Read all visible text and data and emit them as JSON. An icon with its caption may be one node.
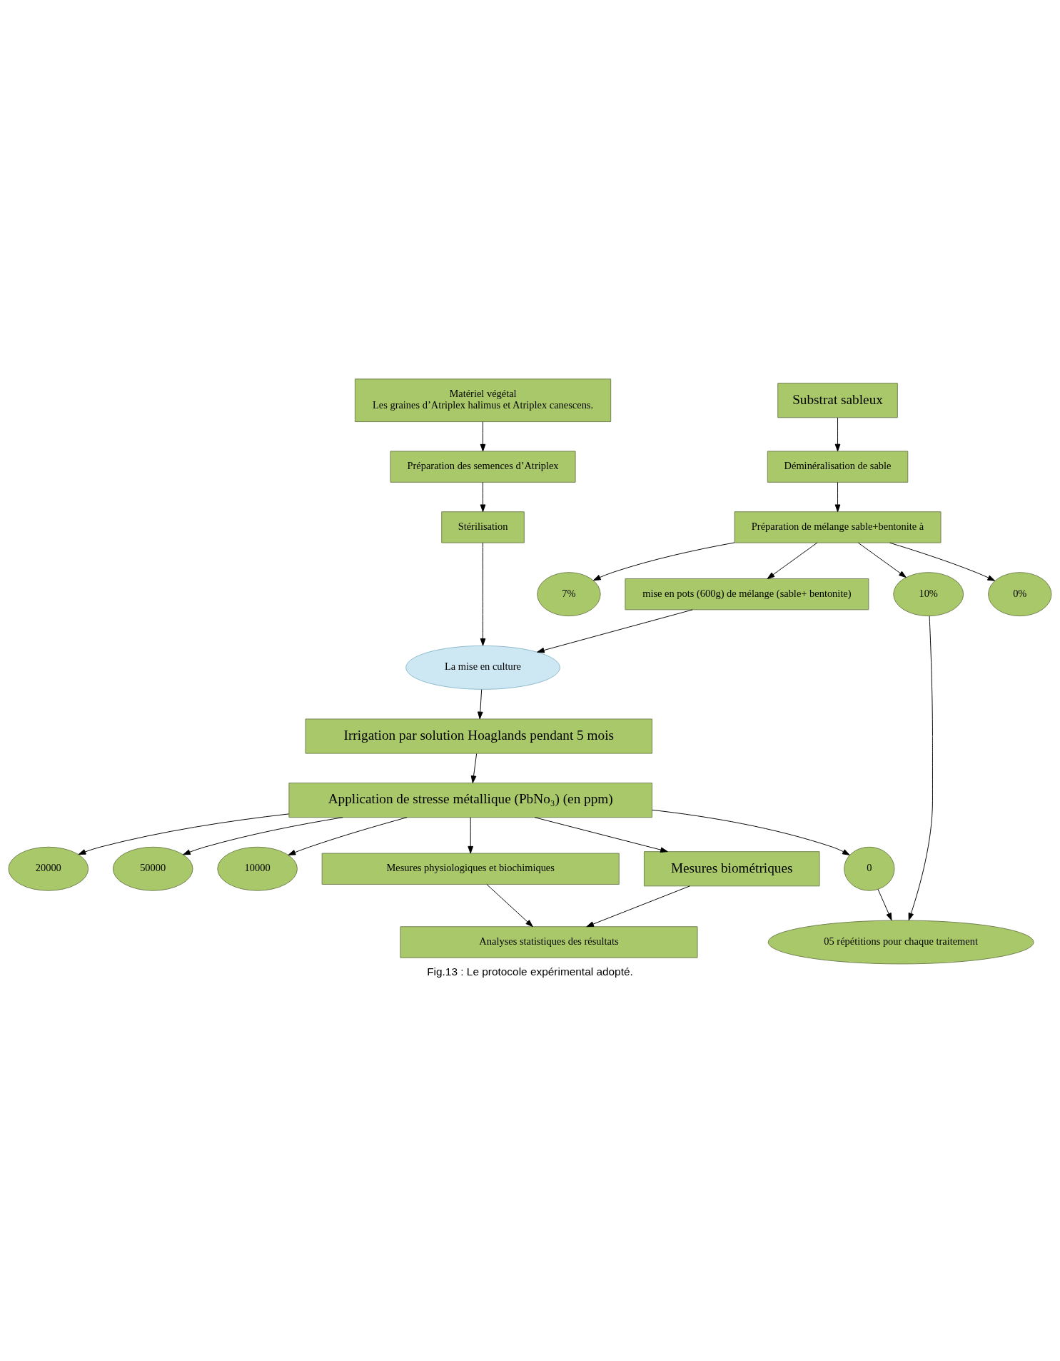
{
  "diagram": {
    "caption": "Fig.13 : Le protocole expérimental adopté.",
    "nodes": [
      {
        "text": [
          "Matériel végétal",
          "Les graines d’Atriplex halimus et Atriplex canescens."
        ]
      },
      {
        "text": [
          "Préparation des semences d’Atriplex"
        ]
      },
      {
        "text": [
          "Stérilisation"
        ]
      },
      {
        "text": [
          "Substrat sableux"
        ]
      },
      {
        "text": [
          "Déminéralisation de sable"
        ]
      },
      {
        "text": [
          "Préparation de mélange sable+bentonite à"
        ]
      },
      {
        "text": [
          "0%"
        ]
      },
      {
        "text": [
          "7%"
        ]
      },
      {
        "text": [
          "10%"
        ]
      },
      {
        "text": [
          "mise en pots (600g) de mélange (sable+ bentonite)"
        ]
      },
      {
        "text": [
          "05 répétitions pour chaque traitement"
        ]
      },
      {
        "text": [
          "La mise en culture"
        ]
      },
      {
        "text": [
          "Irrigation par solution Hoaglands pendant 5 mois"
        ]
      },
      {
        "text": [
          "Application de stresse métallique (PbNo₃) (en ppm)"
        ]
      },
      {
        "text": [
          "0"
        ]
      },
      {
        "text": [
          "20000"
        ]
      },
      {
        "text": [
          "50000"
        ]
      },
      {
        "text": [
          "10000"
        ]
      },
      {
        "text": [
          "Mesures physiologiques et biochimiques"
        ]
      },
      {
        "text": [
          "Mesures biométriques"
        ]
      },
      {
        "text": [
          "Analyses statistiques des résultats"
        ]
      }
    ],
    "edges": [
      {
        "from": 0,
        "to": 1,
        "arrow": "to"
      },
      {
        "from": 1,
        "to": 2,
        "arrow": "to"
      },
      {
        "from": 3,
        "to": 4,
        "arrow": "to"
      },
      {
        "from": 4,
        "to": 5,
        "arrow": "to"
      },
      {
        "from": 5,
        "to": 6,
        "arrow": "to"
      },
      {
        "from": 5,
        "to": 7,
        "arrow": "to"
      },
      {
        "from": 5,
        "to": 8,
        "arrow": "to"
      },
      {
        "from": 5,
        "to": 9,
        "arrow": "to"
      },
      {
        "from": 8,
        "to": 10,
        "arrow": "to"
      },
      {
        "from": 2,
        "to": 11,
        "arrow": "to"
      },
      {
        "from": 9,
        "to": 11,
        "arrow": "to"
      },
      {
        "from": 11,
        "to": 12,
        "arrow": "to"
      },
      {
        "from": 12,
        "to": 13,
        "arrow": "to"
      },
      {
        "from": 13,
        "to": 14,
        "arrow": "to"
      },
      {
        "from": 13,
        "to": 15,
        "arrow": "to"
      },
      {
        "from": 13,
        "to": 16,
        "arrow": "to"
      },
      {
        "from": 13,
        "to": 17,
        "arrow": "to"
      },
      {
        "from": 14,
        "to": 10,
        "arrow": "to"
      },
      {
        "from": 13,
        "to": 18,
        "arrow": "to"
      },
      {
        "from": 13,
        "to": 19,
        "arrow": "to"
      },
      {
        "from": 18,
        "to": 20,
        "arrow": "to"
      },
      {
        "from": 19,
        "to": 20,
        "arrow": "to"
      }
    ]
  }
}
